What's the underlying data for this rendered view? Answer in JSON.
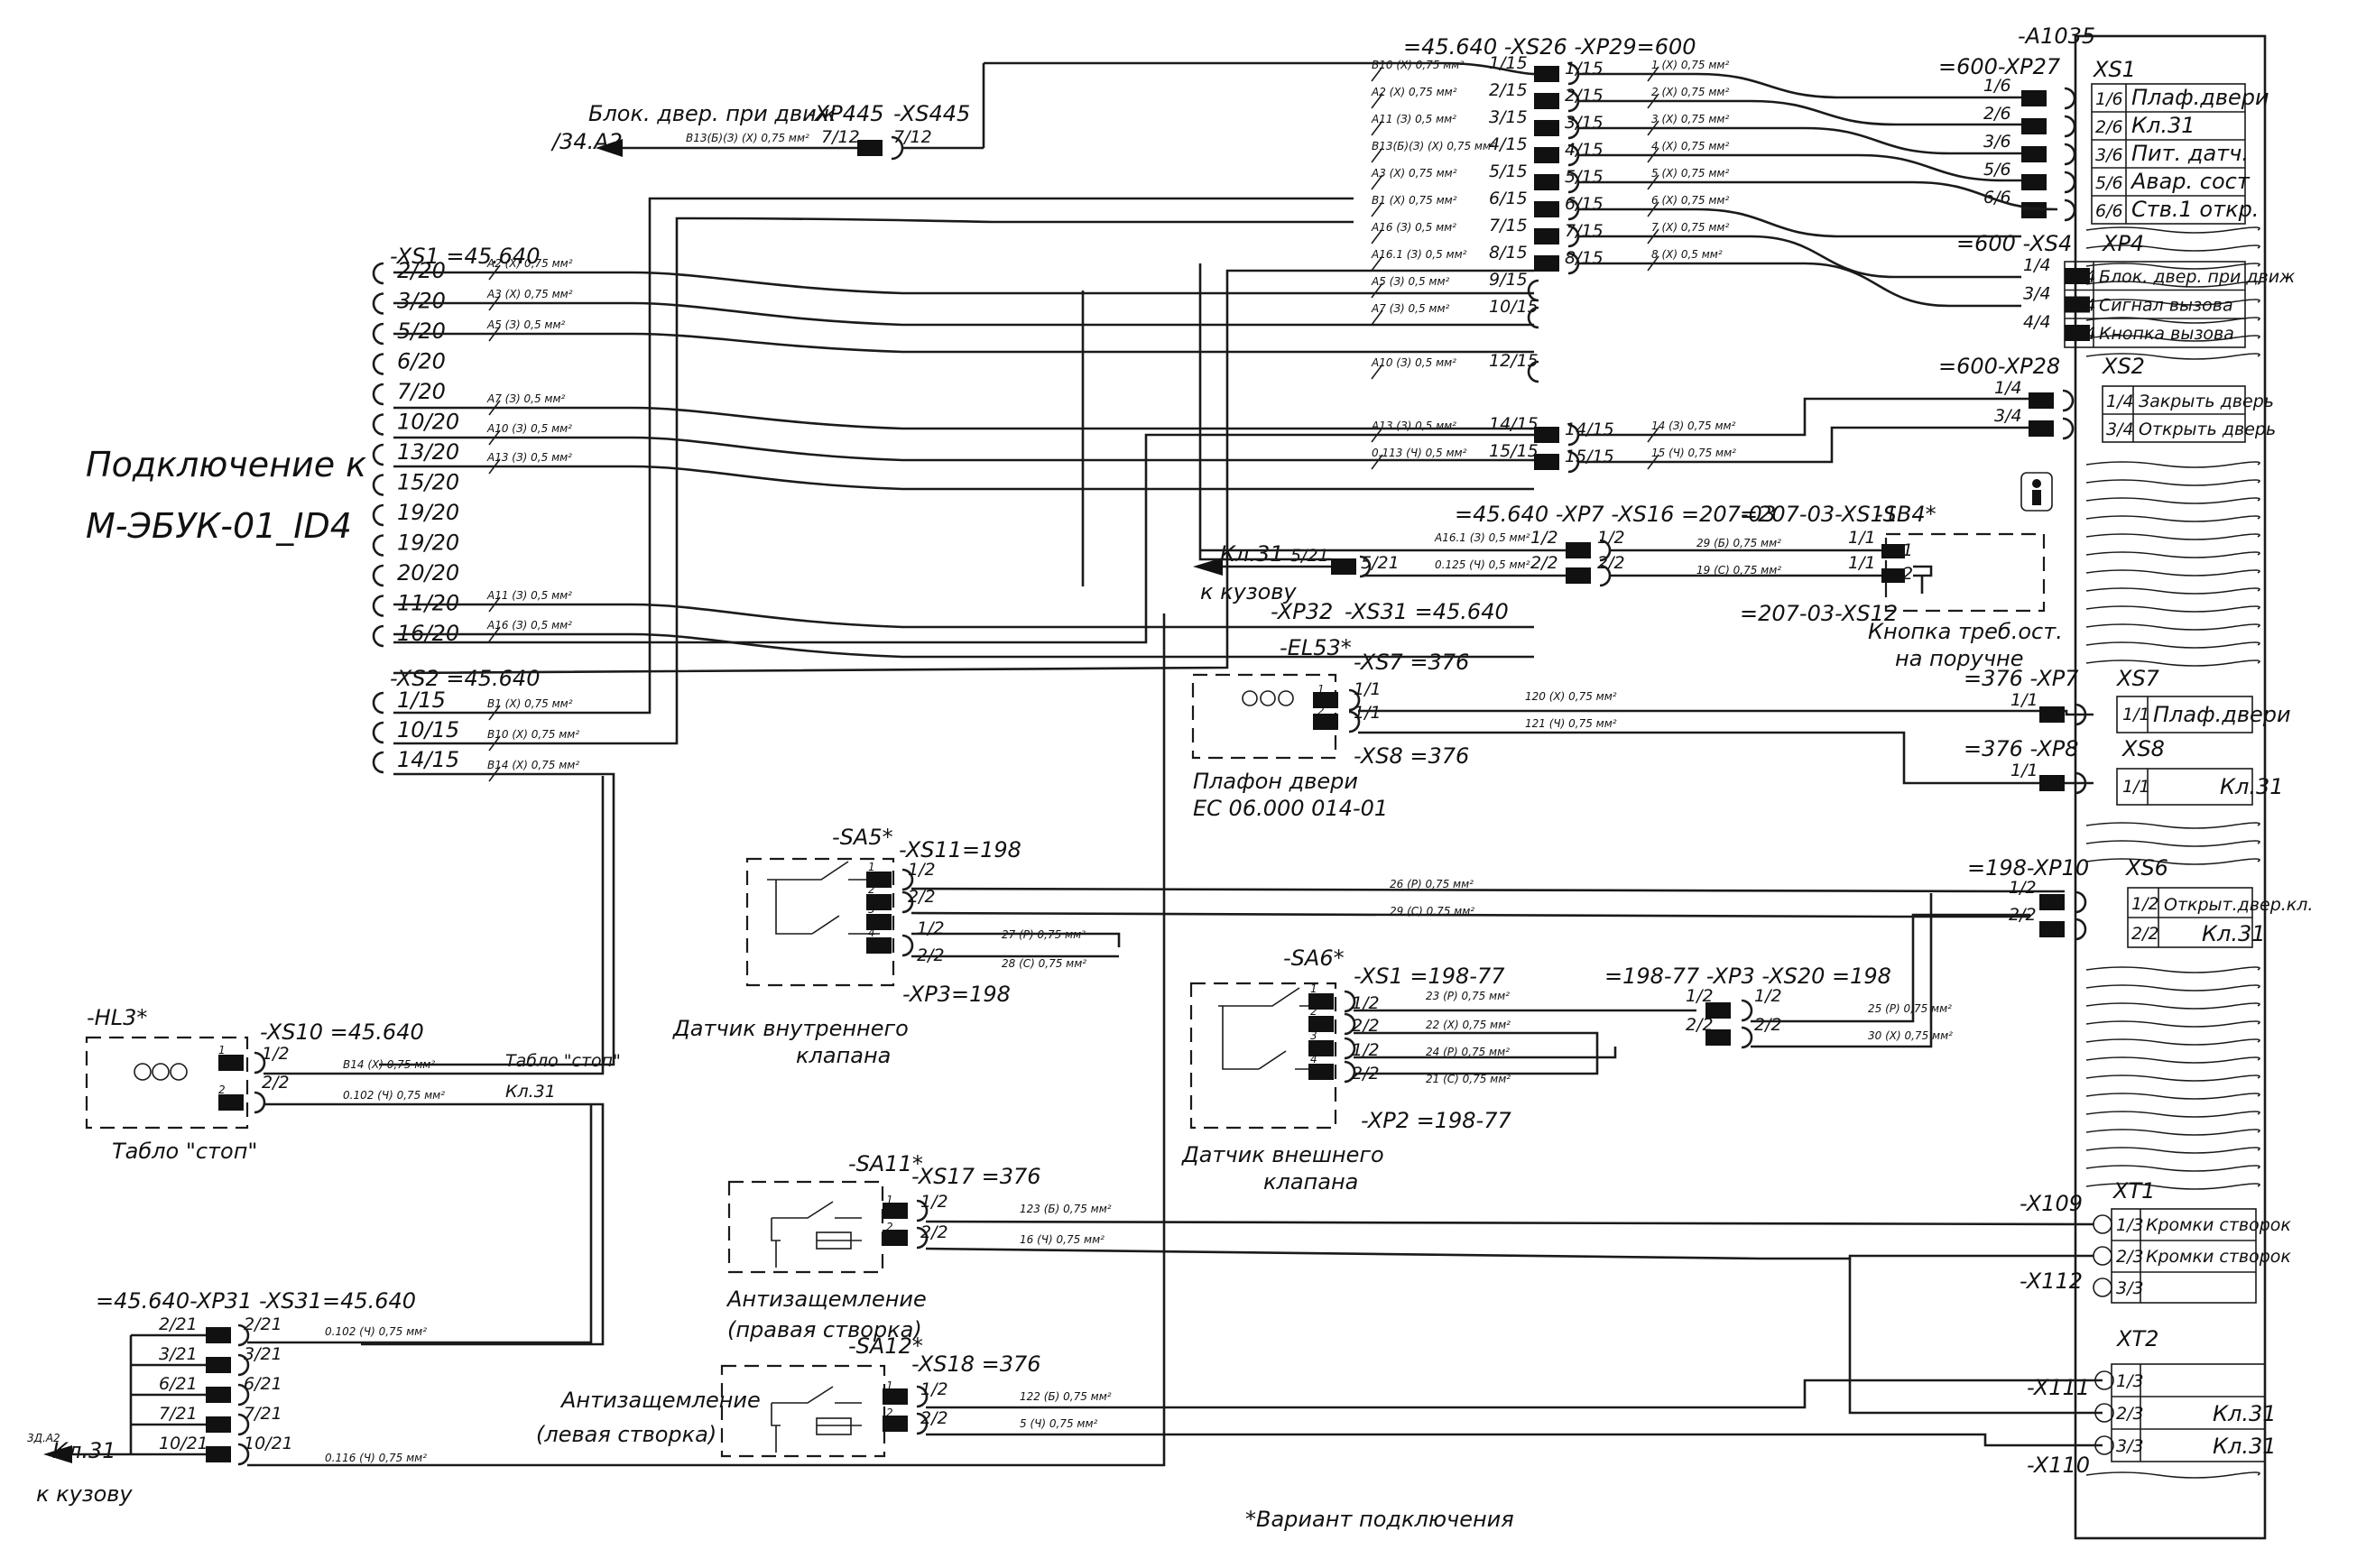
{
  "title": [
    "Подключение к",
    "М-ЭБУК-01_ID4"
  ],
  "footnote": "*Вариант подключения",
  "xs1_left": {
    "ref": "-XS1 =45.640",
    "pins": [
      "2/20",
      "3/20",
      "5/20",
      "6/20",
      "7/20",
      "10/20",
      "13/20",
      "15/20",
      "19/20",
      "19/20",
      "20/20",
      "11/20",
      "16/20"
    ],
    "wires": [
      "А2 (Х) 0,75 мм²",
      "А3 (Х) 0,75 мм²",
      "А5 (З) 0,5 мм²",
      "А7 (З) 0,5 мм²",
      "А10 (З) 0,5 мм²",
      "А13 (З) 0,5 мм²",
      "А11 (З) 0,5 мм²",
      "А16 (З) 0,5 мм²"
    ]
  },
  "xs2_left": {
    "ref": "-XS2 =45.640",
    "pins": [
      "1/15",
      "10/15",
      "14/15"
    ],
    "wires": [
      "В1 (Х) 0,75 мм²",
      "В10 (Х) 0,75 мм²",
      "В14 (Х) 0,75 мм²"
    ]
  },
  "top_block": {
    "header": "=45.640 -XS26 -XP29=600",
    "a1035": "-A1035",
    "xp445": "-XP445",
    "xs445": "-XS445",
    "xp445_pin": "7/12",
    "xs445_pin": "7/12",
    "blok_label": "Блок. двер. при движ",
    "blok_ref": "/34.A2",
    "blok_wire": "В13(Б)(З) (Х) 0,75 мм²",
    "pins_left": [
      "1/15",
      "2/15",
      "3/15",
      "4/15",
      "5/15",
      "6/15",
      "7/15",
      "8/15",
      "9/15",
      "10/15",
      "12/15",
      "14/15",
      "15/15"
    ],
    "pins_right": [
      "1/15",
      "2/15",
      "3/15",
      "4/15",
      "5/15",
      "6/15",
      "7/15",
      "8/15",
      "14/15",
      "15/15"
    ],
    "wires_left": [
      "В10 (Х) 0,75 мм²",
      "А2 (Х) 0,75 мм²",
      "А11 (З) 0,5 мм²",
      "В13(Б)(З) (Х) 0,75 мм²",
      "А3 (Х) 0,75 мм²",
      "В1 (Х) 0,75 мм²",
      "А16 (З) 0,5 мм²",
      "А16.1 (З) 0,5 мм²",
      "А5 (З) 0,5 мм²",
      "А7 (З) 0,5 мм²",
      "А10 (З) 0,5 мм²",
      "А13 (З) 0,5 мм²",
      "0.113 (Ч) 0,5 мм²"
    ],
    "wires_right": [
      "1 (Х) 0,75 мм²",
      "2 (Х) 0,75 мм²",
      "3 (Х) 0,75 мм²",
      "4 (Х) 0,75 мм²",
      "5 (Х) 0,75 мм²",
      "6 (Х) 0,75 мм²",
      "7 (Х) 0,75 мм²",
      "8 (Х) 0,5 мм²",
      "14 (З) 0,75 мм²",
      "15 (Ч) 0,75 мм²"
    ]
  },
  "right_blocks": {
    "xs1": {
      "ref": "XS1",
      "plug": "=600-XP27",
      "pins": [
        "1/6",
        "2/6",
        "3/6",
        "5/6",
        "6/6"
      ],
      "labels": [
        "Плаф.двери",
        "Кл.31",
        "Пит. датч.",
        "Авар. сост",
        "Ств.1 откр."
      ]
    },
    "xp4": {
      "ref": "XP4",
      "plug": "=600 -XS4",
      "pins": [
        "1/4",
        "3/4",
        "4/4"
      ],
      "labels": [
        "Блок. двер. при движ",
        "Сигнал вызова",
        "Кнопка вызова"
      ]
    },
    "xs2": {
      "ref": "XS2",
      "plug": "=600-XP28",
      "pins": [
        "1/4",
        "3/4"
      ],
      "labels": [
        "Закрыть дверь",
        "Открыть дверь"
      ]
    },
    "xs7": {
      "ref": "XS7",
      "plug": "=376 -XP7",
      "pin": "1/1",
      "label": "Плаф.двери"
    },
    "xs8": {
      "ref": "XS8",
      "plug": "=376 -XP8",
      "pin": "1/1",
      "label": "Кл.31"
    },
    "xs6": {
      "ref": "XS6",
      "plug": "=198-XP10",
      "pins": [
        "1/2",
        "2/2"
      ],
      "labels": [
        "Открыт.двер.кл.",
        "Кл.31"
      ]
    },
    "xt1": {
      "ref": "XT1",
      "pins": [
        "1/3",
        "2/3",
        "3/3"
      ],
      "labels": [
        "Кромки створок",
        "Кромки створок"
      ],
      "x109": "-X109",
      "x112": "-X112"
    },
    "xt2": {
      "ref": "XT2",
      "pins": [
        "1/3",
        "2/3",
        "3/3"
      ],
      "labels": [
        "Кл.31",
        "Кл.31"
      ],
      "x111": "-X111",
      "x110": "-X110"
    }
  },
  "sb4": {
    "ref": "-SB4*",
    "xs11": "=207-03-XS11",
    "xs12": "=207-03-XS12",
    "header": "=45.640 -XP7 -XS16 =207-03",
    "pins": [
      "1/2",
      "2/2",
      "1/2",
      "2/2",
      "1/1",
      "1/1"
    ],
    "wires": [
      "А16.1 (З) 0,5 мм²",
      "0.125 (Ч) 0,5 мм²",
      "29 (Б) 0,75 мм²",
      "19 (С) 0,75 мм²"
    ],
    "label": [
      "Кнопка треб.ост.",
      "на поручне"
    ],
    "kl31": "Кл.31",
    "kl31_pin": "5/21",
    "kl31_pin2": "5/21",
    "to_body": "к кузову",
    "xp32": "-XP32",
    "xs31": "-XS31 =45.640"
  },
  "el53": {
    "ref": "-EL53*",
    "xs7": "-XS7 =376",
    "xs8": "-XS8 =376",
    "pins": [
      "1/1",
      "1/1"
    ],
    "wires": [
      "120 (Х) 0,75 мм²",
      "121 (Ч) 0,75 мм²"
    ],
    "label": [
      "Плафон двери",
      "ЕС 06.000 014-01"
    ]
  },
  "sa5": {
    "ref": "-SA5*",
    "xs11": "-XS11=198",
    "xp3": "-XP3=198",
    "pins": [
      "1/2",
      "2/2",
      "1/2",
      "2/2"
    ],
    "wires": [
      "26 (Р) 0,75 мм²",
      "29 (С) 0,75 мм²",
      "27 (Р) 0,75 мм²",
      "28 (С) 0,75 мм²"
    ],
    "label": [
      "Датчик внутреннего",
      "клапана"
    ]
  },
  "sa6": {
    "ref": "-SA6*",
    "xs1": "-XS1 =198-77",
    "xp2": "-XP2 =198-77",
    "mid": "=198-77 -XP3 -XS20 =198",
    "pins": [
      "1/2",
      "2/2",
      "1/2",
      "2/2",
      "1/2",
      "2/2",
      "1/2",
      "2/2"
    ],
    "wires": [
      "23 (Р) 0,75 мм²",
      "22 (Х) 0,75 мм²",
      "24 (Р) 0,75 мм²",
      "21 (С) 0,75 мм²",
      "25 (Р) 0,75 мм²",
      "30 (Х) 0,75 мм²"
    ],
    "label": [
      "Датчик внешнего",
      "клапана"
    ]
  },
  "hl3": {
    "ref": "-HL3*",
    "xs10": "-XS10 =45.640",
    "pins": [
      "1/2",
      "2/2"
    ],
    "wires": [
      "В14 (Х) 0,75 мм²",
      "0.102 (Ч) 0,75 мм²"
    ],
    "tags": [
      "Табло \"стоп\"",
      "Кл.31"
    ],
    "label": "Табло \"стоп\""
  },
  "sa11": {
    "ref": "-SA11*",
    "xs17": "-XS17 =376",
    "pins": [
      "1/2",
      "2/2"
    ],
    "wires": [
      "123 (Б) 0,75 мм²",
      "16 (Ч) 0,75 мм²"
    ],
    "label": [
      "Антизащемление",
      "(правая створка)"
    ]
  },
  "sa12": {
    "ref": "-SA12*",
    "xs18": "-XS18 =376",
    "pins": [
      "1/2",
      "2/2"
    ],
    "wires": [
      "122 (Б) 0,75 мм²",
      "5 (Ч) 0,75 мм²"
    ],
    "label": [
      "Антизащемление",
      "(левая створка)"
    ]
  },
  "xp31": {
    "header": "=45.640-XP31 -XS31=45.640",
    "pins": [
      "2/21",
      "3/21",
      "6/21",
      "7/21",
      "10/21"
    ],
    "wire": "0.102 (Ч) 0,75 мм²",
    "wire2": "0.116 (Ч) 0,75 мм²",
    "kl31": "Кл.31",
    "ref": "3Д.А2",
    "to_body": "к кузову"
  }
}
